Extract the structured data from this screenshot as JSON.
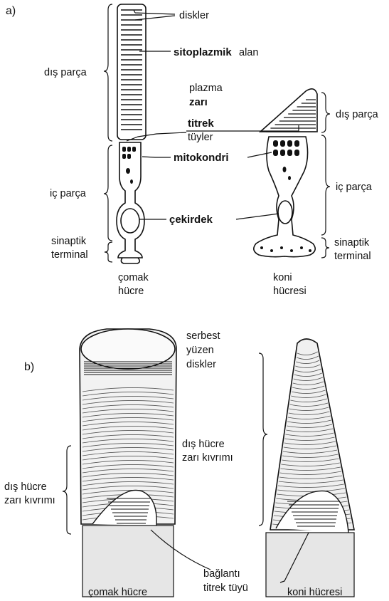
{
  "panel_a": {
    "panel_label": "a)",
    "labels": {
      "diskler": "diskler",
      "sitoplazmik_bold": "sitoplazmik",
      "sitoplazmik_rest": "alan",
      "dis_parca_left": "dış parça",
      "plazma_line1": "plazma",
      "plazma_line2": "zarı",
      "titrek_line1": "titrek",
      "titrek_line2": "tüyler",
      "mitokondri": "mitokondri",
      "ic_parca_left": "iç parça",
      "cekirdek": "çekirdek",
      "sinaptik_left_1": "sinaptik",
      "sinaptik_left_2": "terminal",
      "comak_1": "çomak",
      "comak_2": "hücre",
      "dis_parca_right": "dış parça",
      "ic_parca_right": "iç parça",
      "sinaptik_right_1": "sinaptik",
      "sinaptik_right_2": "terminal",
      "koni_1": "koni",
      "koni_2": "hücresi"
    }
  },
  "panel_b": {
    "panel_label": "b)",
    "labels": {
      "serbest_1": "serbest",
      "serbest_2": "yüzen",
      "serbest_3": "diskler",
      "dis_hucre_mid_1": "dış hücre",
      "dis_hucre_mid_2": "zarı kıvrımı",
      "dis_hucre_left_1": "dış hücre",
      "dis_hucre_left_2": "zarı kıvrımı",
      "baglanti_1": "bağlantı",
      "baglanti_2": "titrek tüyü",
      "comak_bottom": "çomak hücre",
      "koni_bottom": "koni hücresi"
    }
  }
}
